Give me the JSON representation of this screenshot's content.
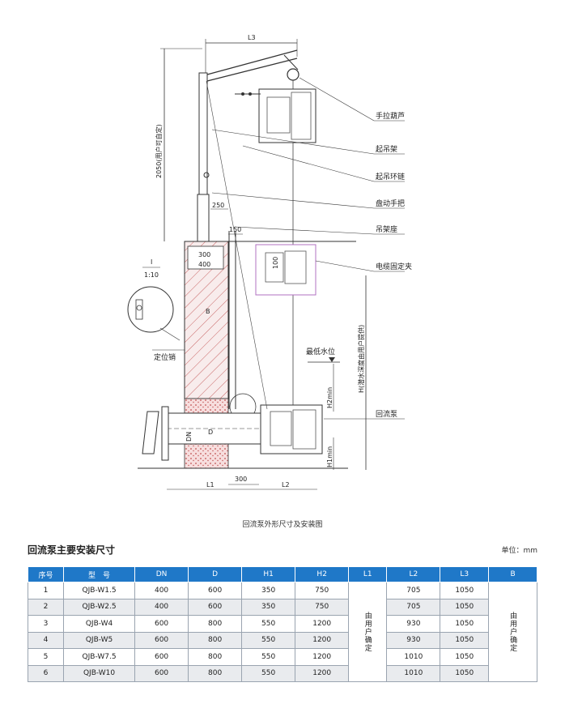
{
  "drawing": {
    "dimensions": {
      "L3": "L3",
      "h_user": "2050(用户可自定)",
      "d250": "250",
      "d150": "150",
      "d300": "300",
      "d400": "400",
      "d100": "100",
      "B": "B",
      "DN": "DN",
      "D": "D",
      "L1": "L1",
      "L2": "L2",
      "d300b": "300",
      "H": "H(潜水深度由用户提供)",
      "H2min": "H2min",
      "H1min": "H1min",
      "detail_mark": "I",
      "detail_scale": "1:10"
    },
    "callouts": {
      "hoist": "手拉葫芦",
      "lifting_frame": "起吊架",
      "lifting_chain": "起吊环链",
      "handle": "盘动手把",
      "frame_base": "吊架座",
      "cable_clamp": "电缆固定夹",
      "low_water": "最低水位",
      "pump": "回流泵",
      "locating_pin": "定位销"
    }
  },
  "caption": "回流泵外形尺寸及安装图",
  "section_title": "回流泵主要安装尺寸",
  "unit": "单位：mm",
  "table": {
    "headers": [
      "序号",
      "型　号",
      "DN",
      "D",
      "H1",
      "H2",
      "L1",
      "L2",
      "L3",
      "B"
    ],
    "merged_L1": "由用户确定",
    "merged_B": "由用户确定",
    "rows": [
      {
        "no": "1",
        "model": "QJB-W1.5",
        "dn": "400",
        "d": "600",
        "h1": "350",
        "h2": "750",
        "l2": "705",
        "l3": "1050"
      },
      {
        "no": "2",
        "model": "QJB-W2.5",
        "dn": "400",
        "d": "600",
        "h1": "350",
        "h2": "750",
        "l2": "705",
        "l3": "1050"
      },
      {
        "no": "3",
        "model": "QJB-W4",
        "dn": "600",
        "d": "800",
        "h1": "550",
        "h2": "1200",
        "l2": "930",
        "l3": "1050"
      },
      {
        "no": "4",
        "model": "QJB-W5",
        "dn": "600",
        "d": "800",
        "h1": "550",
        "h2": "1200",
        "l2": "930",
        "l3": "1050"
      },
      {
        "no": "5",
        "model": "QJB-W7.5",
        "dn": "600",
        "d": "800",
        "h1": "550",
        "h2": "1200",
        "l2": "1010",
        "l3": "1050"
      },
      {
        "no": "6",
        "model": "QJB-W10",
        "dn": "600",
        "d": "800",
        "h1": "550",
        "h2": "1200",
        "l2": "1010",
        "l3": "1050"
      }
    ]
  },
  "colors": {
    "header_bg": "#1f78c8",
    "stripe": "#e9ebee"
  }
}
